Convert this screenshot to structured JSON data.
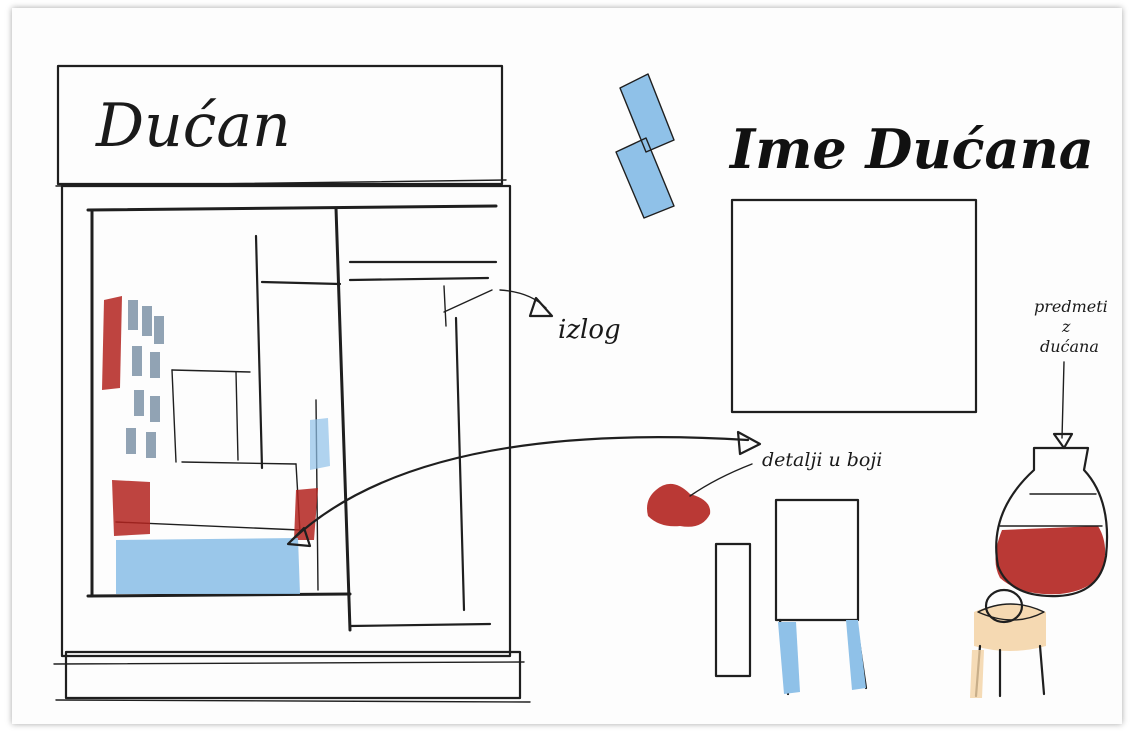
{
  "sketch": {
    "shop_sign": "Dućan",
    "brand_title": "Ime Dućana",
    "label_window": "izlog",
    "label_details": "detalji u boji",
    "label_items_line1": "predmeti",
    "label_items_line2": "z",
    "label_items_line3": "dućana"
  },
  "colors": {
    "ink": "#1f1f1f",
    "red": "#b3231f",
    "blue": "#8fc1e8",
    "dark_blue": "#3a5a7a",
    "peach": "#f3d2a4"
  }
}
